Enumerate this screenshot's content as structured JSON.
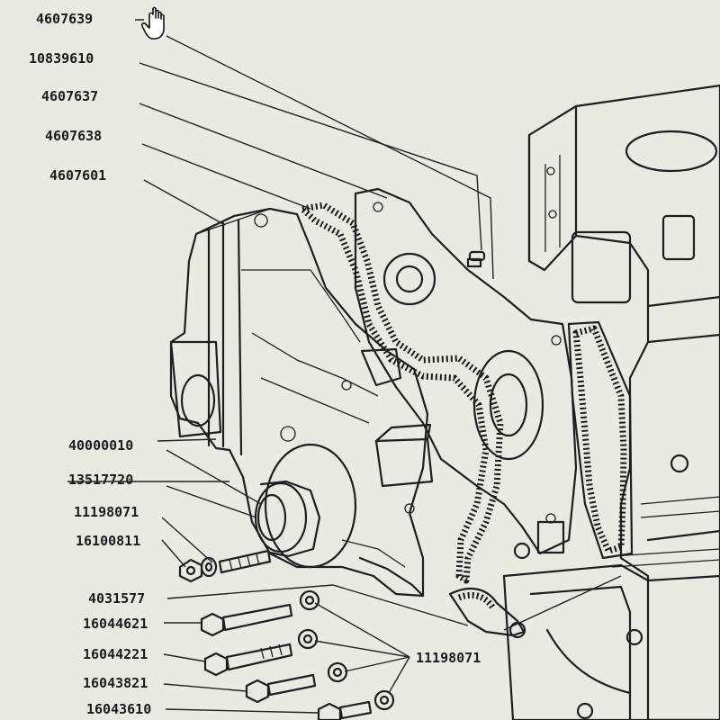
{
  "diagram": {
    "labels": [
      {
        "id": "p4607639",
        "text": "4607639"
      },
      {
        "id": "p10839610",
        "text": "10839610"
      },
      {
        "id": "p4607637",
        "text": "4607637"
      },
      {
        "id": "p4607638",
        "text": "4607638"
      },
      {
        "id": "p4607601",
        "text": "4607601"
      },
      {
        "id": "p40000010",
        "text": "40000010"
      },
      {
        "id": "p13517720",
        "text": "13517720"
      },
      {
        "id": "p11198071a",
        "text": "11198071"
      },
      {
        "id": "p16100811",
        "text": "16100811"
      },
      {
        "id": "p4031577",
        "text": "4031577"
      },
      {
        "id": "p16044621",
        "text": "16044621"
      },
      {
        "id": "p16044221",
        "text": "16044221"
      },
      {
        "id": "p16043821",
        "text": "16043821"
      },
      {
        "id": "p16043610",
        "text": "16043610"
      },
      {
        "id": "p11198071b",
        "text": "11198071"
      }
    ],
    "icons": {
      "cursor": "hand-cursor-icon"
    },
    "colors": {
      "paper": "#e9ebe3",
      "ink": "#1e1e1e"
    }
  }
}
